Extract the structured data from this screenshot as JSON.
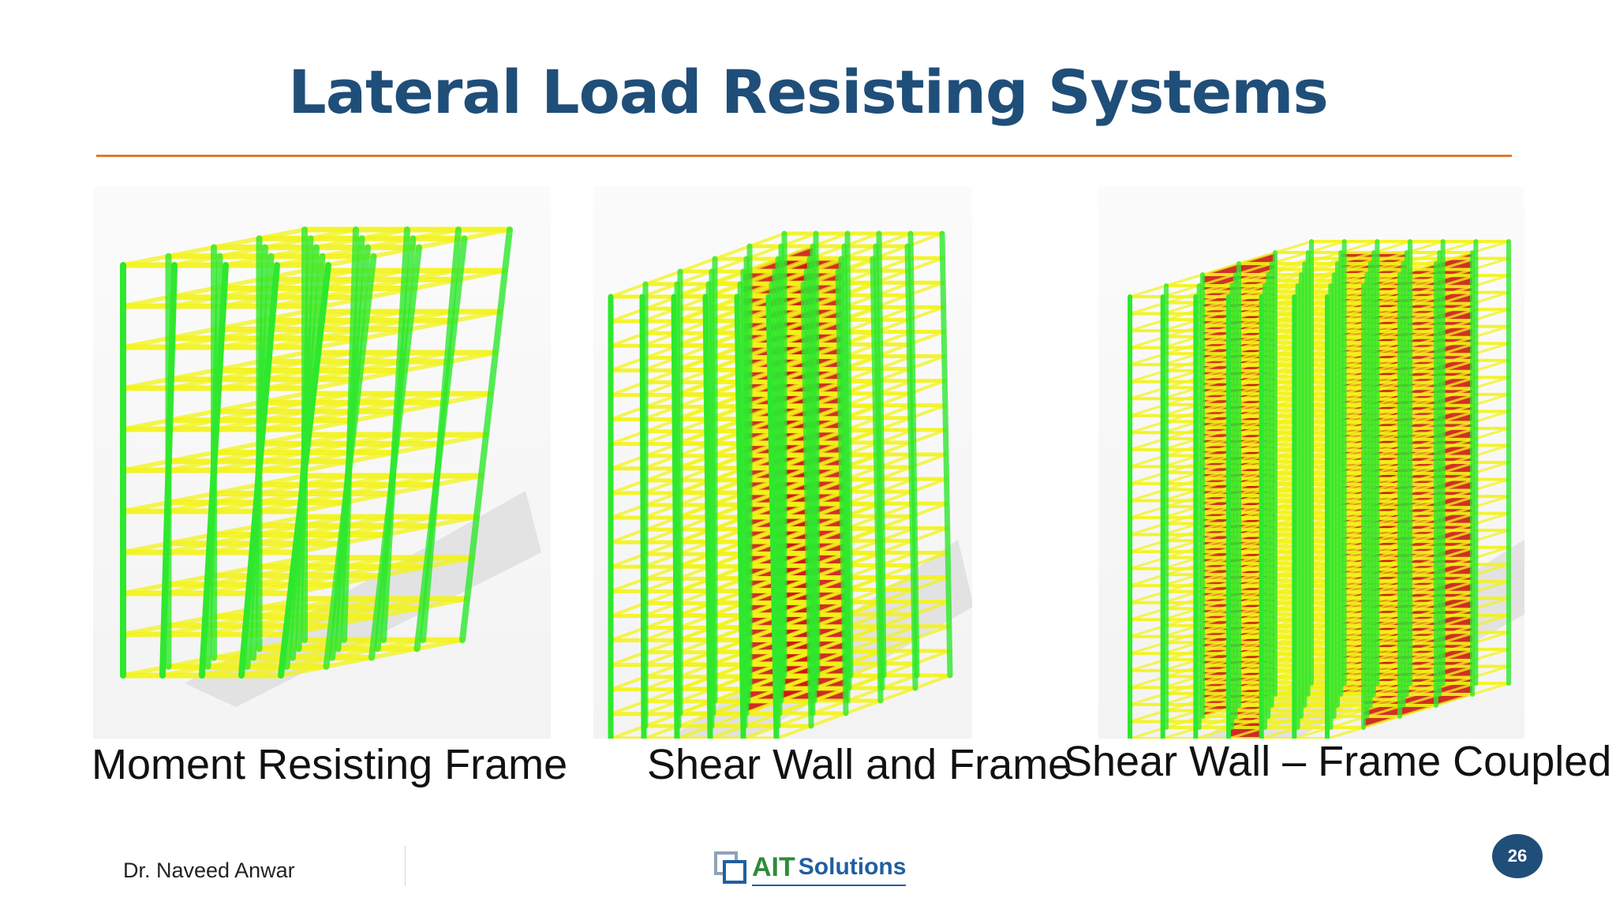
{
  "slide": {
    "title": "Lateral Load Resisting Systems",
    "accent_color": "#e07a2e",
    "title_color": "#1f4e79",
    "page_number": "26"
  },
  "panels": [
    {
      "caption": "Moment Resisting Frame",
      "icon": "moment-frame-model",
      "has_core": false
    },
    {
      "caption": "Shear Wall and Frame",
      "icon": "shear-wall-frame-model",
      "has_core": true
    },
    {
      "caption": "Shear Wall – Frame Coupled",
      "icon": "coupled-shear-wall-model",
      "has_core": true
    }
  ],
  "colors": {
    "column": "#2ee82e",
    "beam": "#f3f31a",
    "wall": "#cc1a10"
  },
  "footer": {
    "author": "Dr. Naveed Anwar",
    "logo_primary": "AIT",
    "logo_secondary": "Solutions"
  }
}
